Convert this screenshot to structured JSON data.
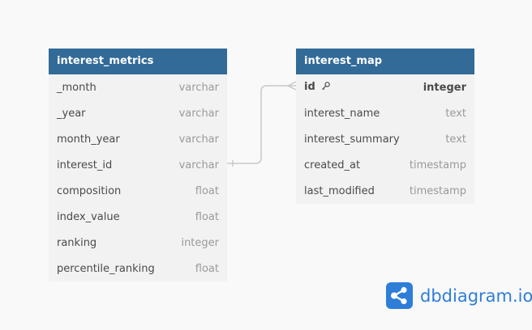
{
  "tables": {
    "interest_metrics": {
      "title": "interest_metrics",
      "columns": [
        {
          "name": "_month",
          "type": "varchar"
        },
        {
          "name": "_year",
          "type": "varchar"
        },
        {
          "name": "month_year",
          "type": "varchar"
        },
        {
          "name": "interest_id",
          "type": "varchar"
        },
        {
          "name": "composition",
          "type": "float"
        },
        {
          "name": "index_value",
          "type": "float"
        },
        {
          "name": "ranking",
          "type": "integer"
        },
        {
          "name": "percentile_ranking",
          "type": "float"
        }
      ]
    },
    "interest_map": {
      "title": "interest_map",
      "columns": [
        {
          "name": "id",
          "type": "integer",
          "primary_key": true
        },
        {
          "name": "interest_name",
          "type": "text"
        },
        {
          "name": "interest_summary",
          "type": "text"
        },
        {
          "name": "created_at",
          "type": "timestamp"
        },
        {
          "name": "last_modified",
          "type": "timestamp"
        }
      ]
    }
  },
  "relationship": {
    "from": "interest_metrics.interest_id",
    "to": "interest_map.id",
    "from_cardinality": "one",
    "to_cardinality": "many"
  },
  "logo": {
    "text": "dbdiagram.io",
    "icon": "share-nodes-icon"
  },
  "colors": {
    "header_bg": "#326a98",
    "header_text": "#ffffff",
    "body_bg": "#f2f2f2",
    "canvas_bg": "#f9f9f9",
    "column_name": "#4a4a4a",
    "column_type": "#9a9a9a",
    "connector": "#c8c8c8",
    "logo": "#2e7ed8"
  }
}
